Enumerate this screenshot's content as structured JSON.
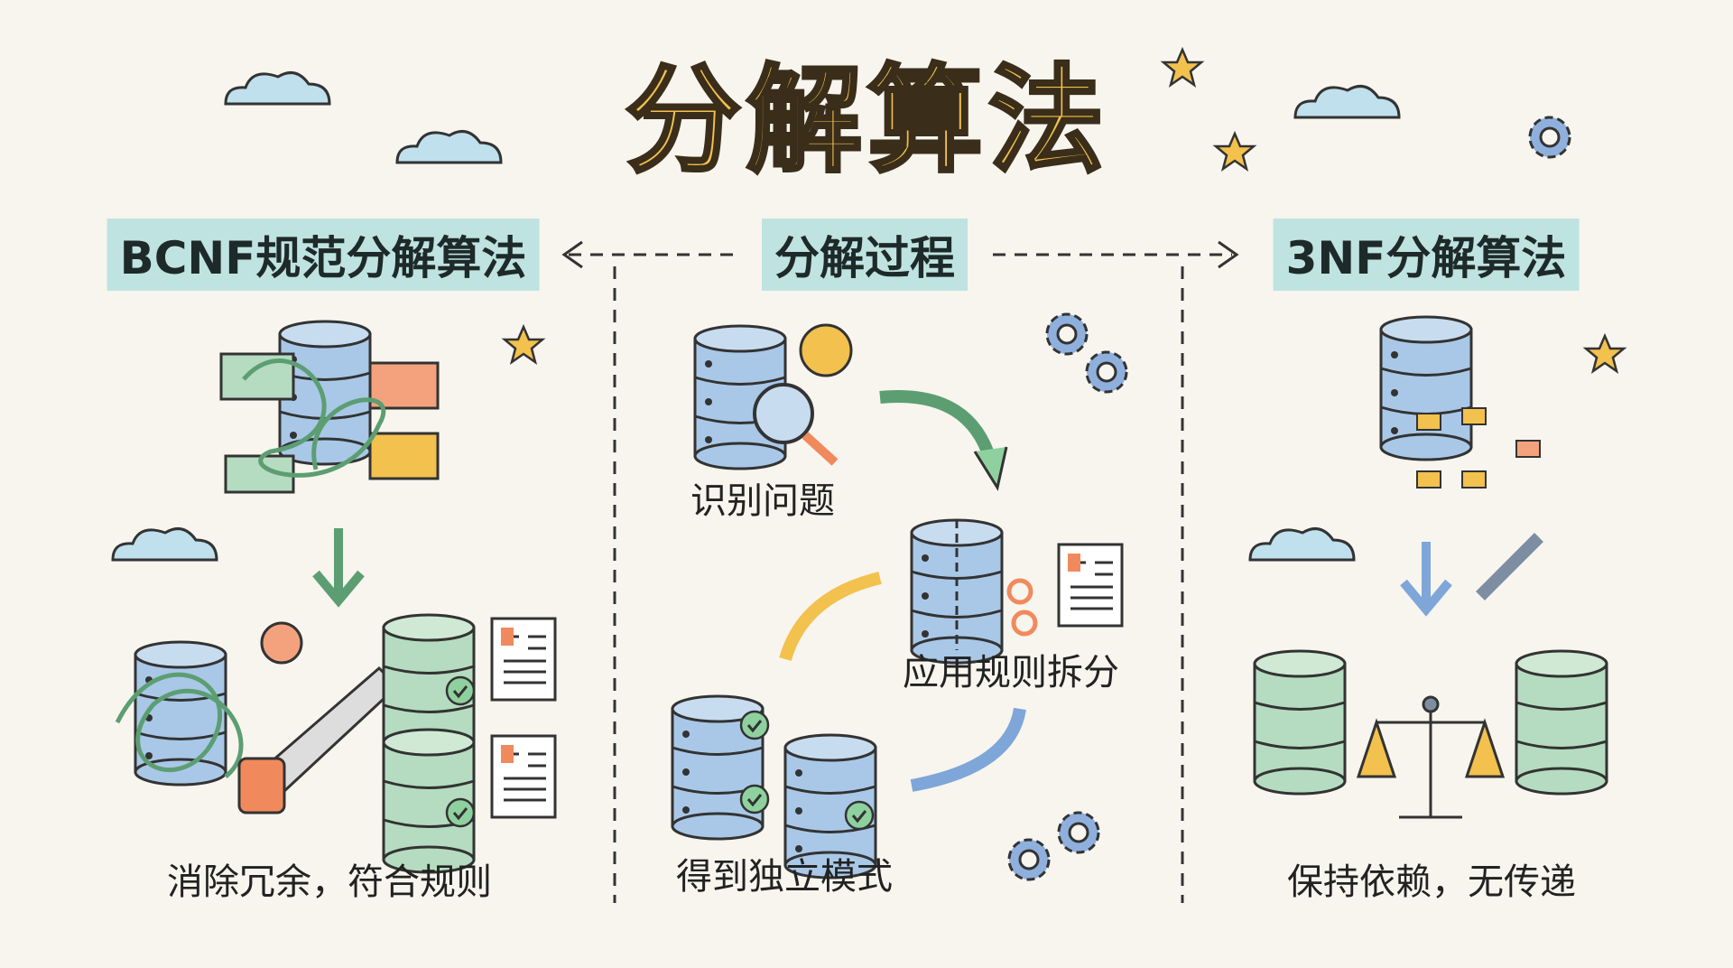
{
  "title": "分解算法",
  "sections": [
    {
      "heading": "BCNF规范分解算法",
      "caption": "消除冗余，符合规则"
    },
    {
      "heading": "分解过程",
      "steps": [
        "识别问题",
        "应用规则拆分",
        "得到独立模式"
      ]
    },
    {
      "heading": "3NF分解算法",
      "caption": "保持依赖，无传递"
    }
  ],
  "colors": {
    "title": "#f2c14e",
    "heading_bg": "#bfe3e0",
    "db_blue": "#a9c8e8",
    "db_green": "#b5dcc0",
    "accent_orange": "#f08a5d"
  }
}
